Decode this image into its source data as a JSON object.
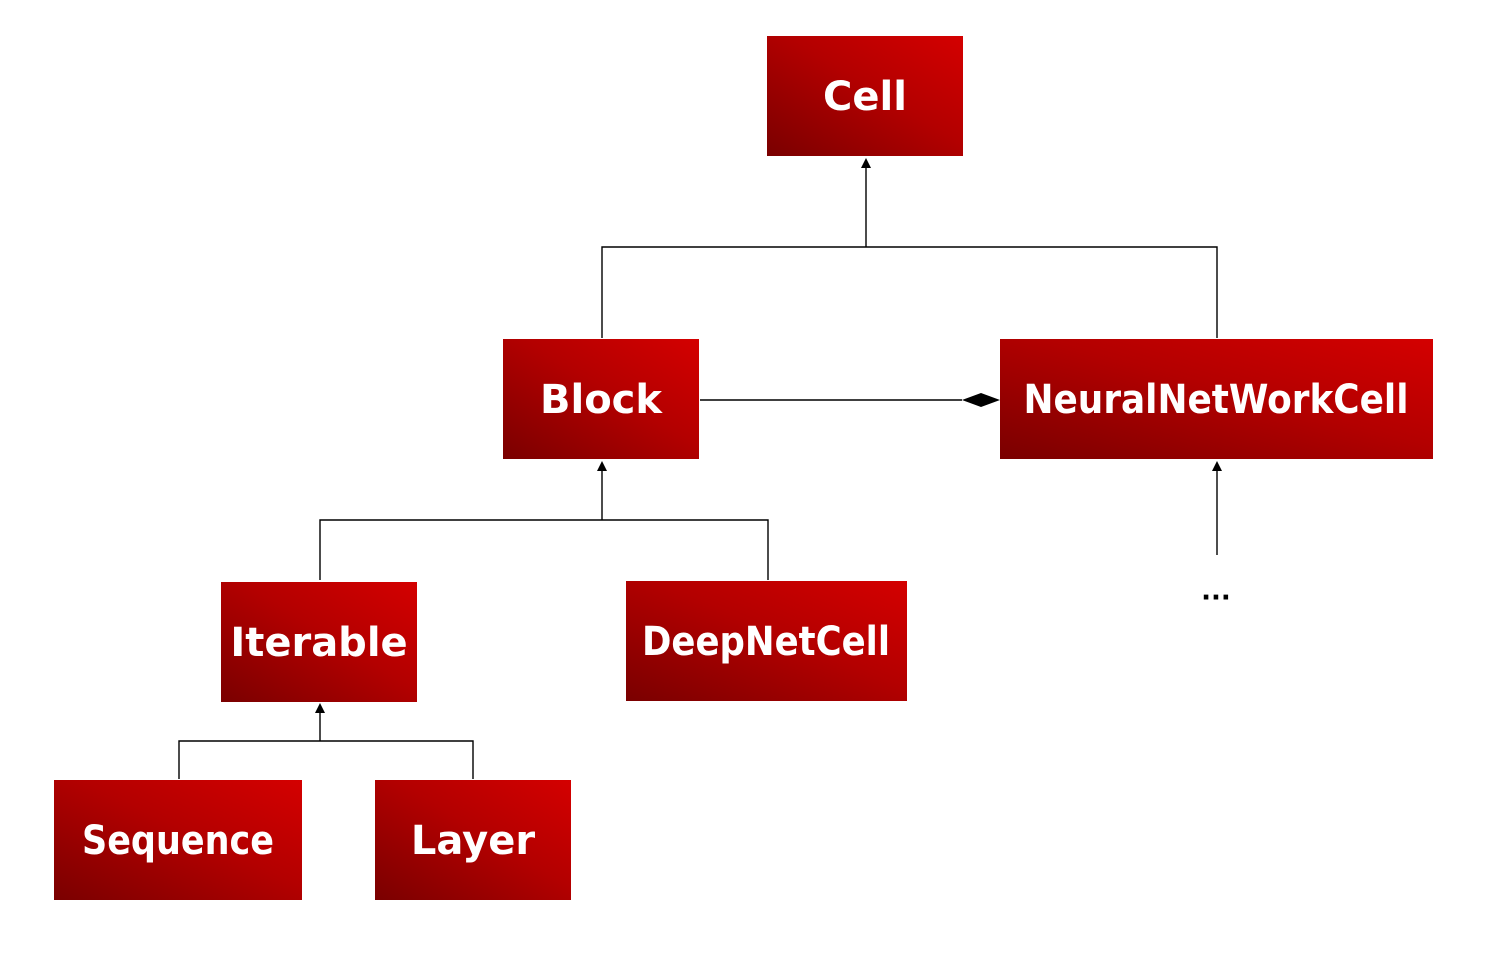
{
  "nodes": {
    "cell": "Cell",
    "block": "Block",
    "neural_network_cell": "NeuralNetWorkCell",
    "iterable": "Iterable",
    "deep_net_cell": "DeepNetCell",
    "sequence": "Sequence",
    "layer": "Layer"
  },
  "continuation": "...",
  "colors": {
    "box_dark": "#7a0000",
    "box_light": "#d40000",
    "text": "#ffffff",
    "line": "#000000"
  }
}
